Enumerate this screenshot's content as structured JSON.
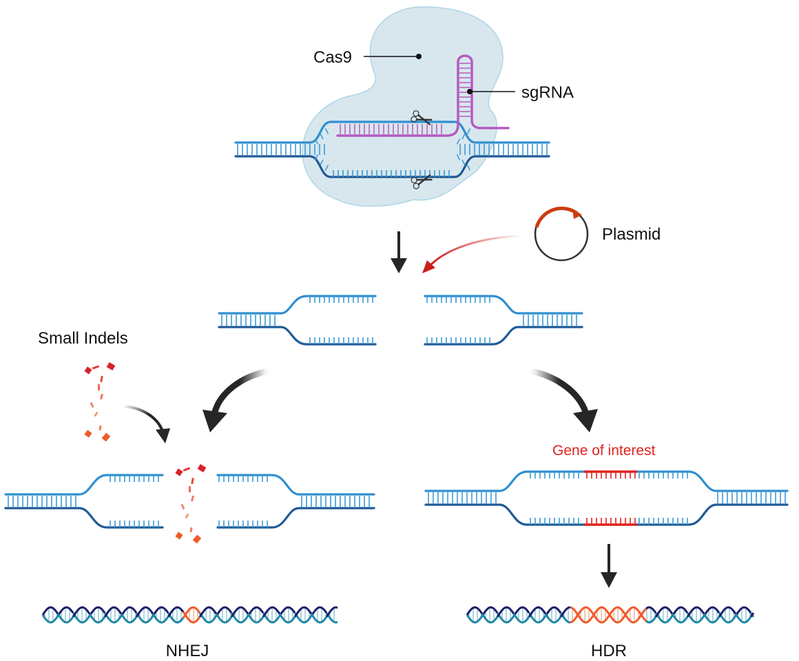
{
  "labels": {
    "cas9": "Cas9",
    "sgrna": "sgRNA",
    "plasmid": "Plasmid",
    "small_indels": "Small Indels",
    "gene_of_interest": "Gene of interest",
    "nhej": "NHEJ",
    "hdr": "HDR"
  },
  "colors": {
    "strand_top": "#2f8fd0",
    "strand_bottom": "#1f5a96",
    "rung": "#3a9ad6",
    "cas9_fill": "#d6e6ee",
    "cas9_stroke": "#a9d3e4",
    "sgrna": "#b45bbf",
    "plasmid_arc": "#cc3d0e",
    "red_arrow": "#cc1f1a",
    "black_arrow": "#262626",
    "gene": "#e0221f",
    "indel_dark": "#d8232a",
    "indel_light": "#f08a6e",
    "helix_dark": "#1c1f66",
    "helix_teal": "#1f86a8",
    "helix_orange": "#ef5a2c"
  },
  "icons": [
    "scissors-icon",
    "scissors-icon",
    "plasmid-icon"
  ]
}
